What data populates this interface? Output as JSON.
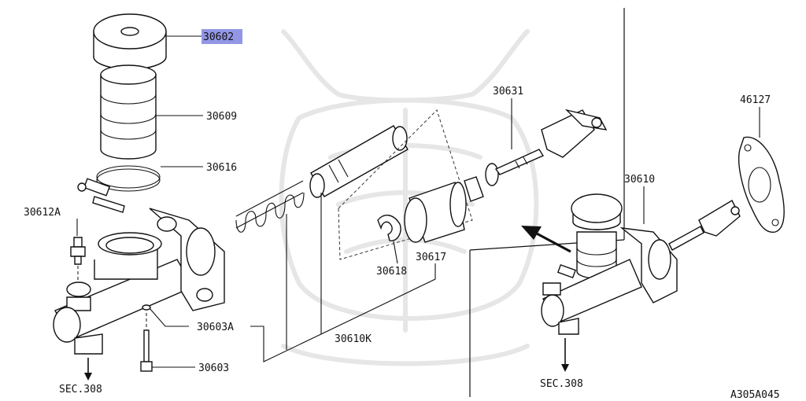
{
  "diagram_id": "A305A045",
  "labels": {
    "p30602": "30602",
    "p30609": "30609",
    "p30616": "30616",
    "p30612A": "30612A",
    "p30603A": "30603A",
    "p30603": "30603",
    "p30610K": "30610K",
    "p30618": "30618",
    "p30617": "30617",
    "p30631": "30631",
    "p30610": "30610",
    "p46127": "46127",
    "sec_left": "SEC.308",
    "sec_right": "SEC.308"
  },
  "highlight": {
    "part": "30602",
    "color": "#7f84e0"
  },
  "colors": {
    "line": "#111111",
    "watermark": "#e6e6e6"
  },
  "icons": {
    "watermark": "samurai-helmet-watermark",
    "direction": "arrow-icon"
  }
}
